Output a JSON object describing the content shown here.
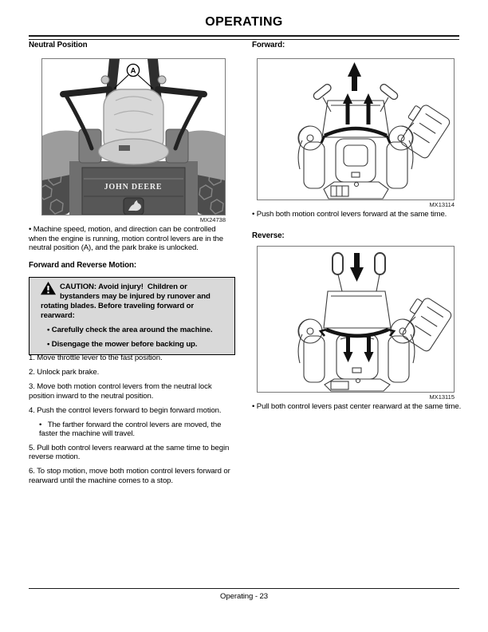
{
  "header": {
    "title": "OPERATING"
  },
  "footer": {
    "text": "Operating - 23"
  },
  "colors": {
    "caution_bg": "#d9d9d9",
    "caution_border": "#000000",
    "text": "#000000"
  },
  "left": {
    "neutral_heading": "Neutral Position",
    "figure_neutral": {
      "label": "A",
      "brand": "JOHN DEERE",
      "caption": "MX24738"
    },
    "neutral_bullet": "• Machine speed, motion, and direction can be controlled when the engine is running, motion control levers are in the neutral position (A), and the park brake is unlocked.",
    "motion_heading": "Forward and Reverse Motion:",
    "caution": {
      "text": "CAUTION: Avoid injury!  Children or bystanders may be injured by runover and rotating blades. Before traveling forward or rearward:",
      "bullets": [
        "• Carefully check the area around the machine.",
        "• Disengage the mower before backing up."
      ]
    },
    "steps": [
      "1. Move throttle lever to the fast position.",
      "2. Unlock park brake.",
      "3. Move both motion control levers from the neutral lock position inward to the neutral position.",
      "4. Push the control levers forward to begin forward motion.",
      "5. Pull both control levers rearward at the same time to begin reverse motion.",
      "6. To stop motion, move both motion control levers forward or rearward until the machine comes to a stop."
    ],
    "step4_note": "•   The farther forward the control levers are moved, the faster the machine will travel."
  },
  "right": {
    "forward_heading": "Forward:",
    "figure_forward": {
      "caption": "MX13114"
    },
    "forward_bullet": "• Push both motion control levers forward at the same time.",
    "reverse_heading": "Reverse:",
    "figure_reverse": {
      "caption": "MX13115"
    },
    "reverse_bullet": "• Pull both control levers past center rearward at the same time."
  }
}
